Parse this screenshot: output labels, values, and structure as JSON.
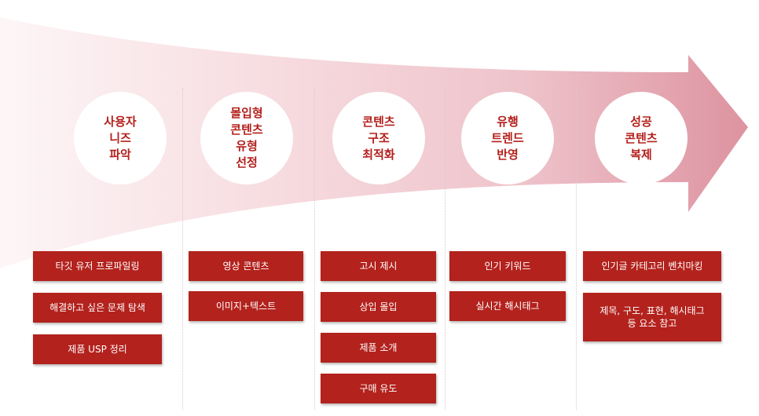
{
  "stages": [
    {
      "title": "사용자\n니즈\n파악",
      "items": [
        "타깃 유저 프로파일링",
        "해결하고 싶은 문제 탐색",
        "제품 USP 정리"
      ]
    },
    {
      "title": "몰입형\n콘텐츠\n유형\n선정",
      "items": [
        "영상 콘텐츠",
        "이미지+텍스트"
      ]
    },
    {
      "title": "콘텐츠\n구조\n최적화",
      "items": [
        "고시 제시",
        "상입 몰입",
        "제품 소개",
        "구매 유도"
      ]
    },
    {
      "title": "유행\n트렌드\n반영",
      "items": [
        "인기 키워드",
        "실시간 해시태그"
      ]
    },
    {
      "title": "성공\n콘텐츠\n복제",
      "items": [
        "인기글 카테고리 벤치마킹",
        "제목, 구도, 표현, 해시태그\n등 요소 참고"
      ]
    }
  ],
  "colors": {
    "accent": "#b3221d",
    "arrow_light": "#fbecee",
    "arrow_mid": "#f0c8cf",
    "arrow_dark": "#d98a98"
  }
}
